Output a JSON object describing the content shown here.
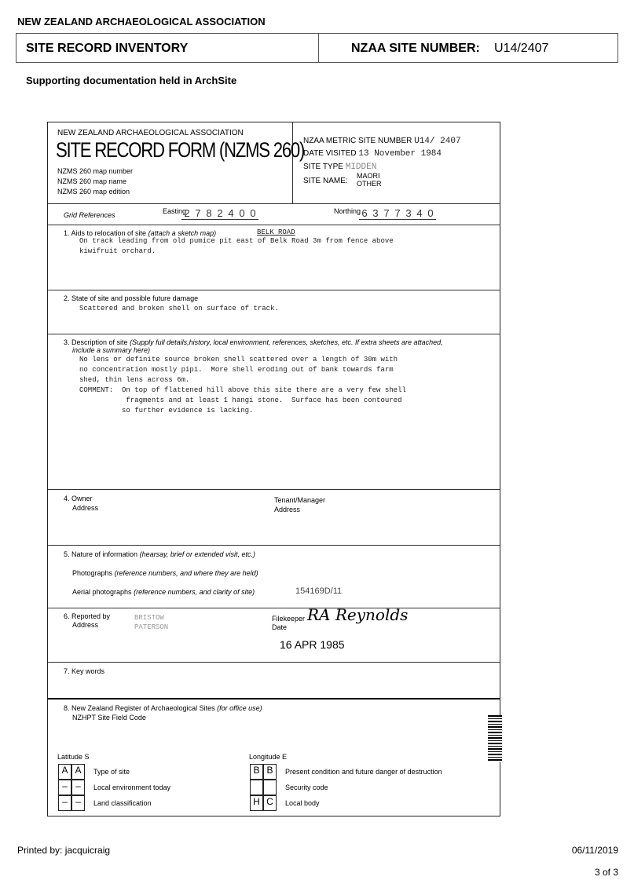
{
  "header": {
    "org": "NEW ZEALAND ARCHAEOLOGICAL ASSOCIATION",
    "inventory_title": "SITE RECORD INVENTORY",
    "site_number_label": "NZAA SITE NUMBER:",
    "site_number": "U14/2407",
    "supporting": "Supporting documentation held in ArchSite"
  },
  "form": {
    "org": "NEW ZEALAND ARCHAEOLOGICAL ASSOCIATION",
    "title": "SITE RECORD FORM (NZMS 260)",
    "map_number": "NZMS 260 map number",
    "map_name": "NZMS 260 map name",
    "map_edition": "NZMS 260 map edition",
    "metric_label": "NZAA METRIC SITE NUMBER",
    "metric_value": "U14/ 2407",
    "date_label": "DATE VISITED",
    "date_value": "13 November 1984",
    "type_label": "SITE TYPE",
    "type_value": "MIDDEN",
    "name_label": "SITE NAME:",
    "name_value_1": "MAORI",
    "name_value_2": "OTHER",
    "grid_label": "Grid References",
    "easting_label": "Easting",
    "easting_digits": [
      "2",
      "7",
      "8",
      "2",
      "4",
      "0",
      "0"
    ],
    "northing_label": "Northing",
    "northing_digits": [
      "6",
      "3",
      "7",
      "7",
      "3",
      "4",
      "0"
    ],
    "s1_label": "1. Aids to relocation of site",
    "s1_hint": "(attach a sketch map)",
    "s1_road": "BELK ROAD",
    "s1_text": "On track leading from old pumice pit east of Belk Road 3m from fence above\nkiwifruit orchard.",
    "s2_label": "2. State of site and possible future damage",
    "s2_text": "Scattered and broken shell on surface of track.",
    "s3_label": "3. Description of site",
    "s3_hint": "(Supply full details,history, local environment, references, sketches, etc. If extra sheets are attached,",
    "s3_hint2": "include a summary here)",
    "s3_text": "No lens or definite source broken shell scattered over a length of 30m with\nno concentration mostly pipi.  More shell eroding out of bank towards farm\nshed, thin lens across 6m.\nCOMMENT:  On top of flattened hill above this site there are a very few shell\n           fragments and at least 1 hangi stone.  Surface has been contoured\n          so further evidence is lacking.",
    "s4_owner": "4. Owner",
    "s4_address": "Address",
    "s4_tenant": "Tenant/Manager",
    "s4_address2": "Address",
    "s5_label": "5. Nature of information",
    "s5_hint": "(hearsay, brief or extended visit, etc.)",
    "s5_photos": "Photographs",
    "s5_photos_hint": "(reference numbers, and where they are held)",
    "s5_aerial": "Aerial photographs",
    "s5_aerial_hint": "(reference numbers, and clarity of site)",
    "s5_aerial_value": "154169D/11",
    "s6_label": "6. Reported by",
    "s6_address": "Address",
    "s6_name_1": "BRISTOW",
    "s6_name_2": "PATERSON",
    "s6_filekeeper": "Filekeeper",
    "s6_signature": "RA Reynolds",
    "s6_date_label": "Date",
    "s6_date": "16 APR 1985",
    "s7_label": "7. Key words",
    "s8_label": "8. New Zealand Register of Archaeological Sites",
    "s8_hint": "(for office use)",
    "s8_code": "NZHPT Site Field Code",
    "lat_label": "Latitude S",
    "lon_label": "Longitude E",
    "lat_rows": [
      {
        "a": "A",
        "b": "A",
        "label": "Type of site"
      },
      {
        "a": "–",
        "b": "–",
        "label": "Local environment today"
      },
      {
        "a": "–",
        "b": "–",
        "label": "Land classification"
      }
    ],
    "lon_rows": [
      {
        "a": "B",
        "b": "B",
        "label": "Present condition and future danger of destruction"
      },
      {
        "a": "",
        "b": "",
        "label": "Security code"
      },
      {
        "a": "H",
        "b": "C",
        "label": "Local body"
      }
    ]
  },
  "footer": {
    "printed_by": "Printed by: jacquicraig",
    "date": "06/11/2019",
    "page": "3 of 3"
  }
}
